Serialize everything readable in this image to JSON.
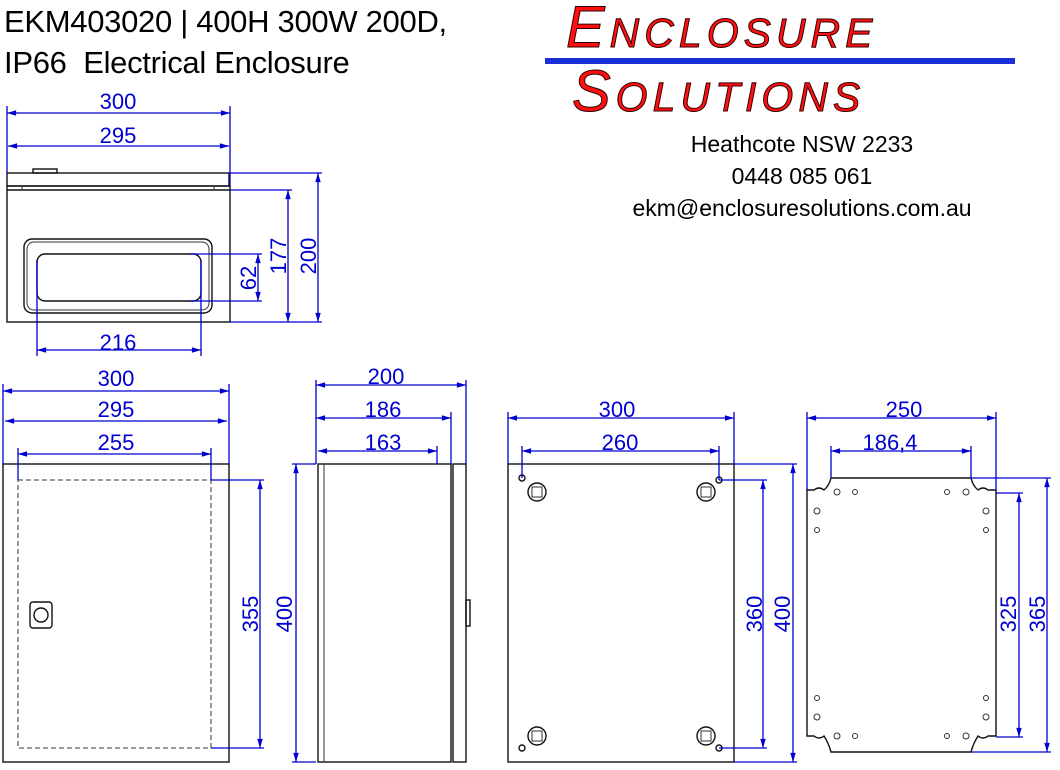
{
  "header": {
    "title_line1": "EKM403020 | 400H 300W 200D,",
    "title_line2": "IP66  Electrical Enclosure"
  },
  "logo": {
    "line1": "Enclosure",
    "line2": "Solutions",
    "text_color": "#ff1010",
    "rule_color": "#1a2fd8"
  },
  "contact": {
    "address": "Heathcote NSW 2233",
    "phone": "0448 085 061",
    "email": "ekm@enclosuresolutions.com.au"
  },
  "dimension_color": "#0000d0",
  "views": {
    "top": {
      "width_outer": "300",
      "width_lid": "295",
      "cutout_width": "216",
      "cutout_height": "62",
      "body_depth": "177",
      "total_depth": "200"
    },
    "front": {
      "width_outer": "300",
      "width_door": "295",
      "width_inner": "255",
      "height_inner": "355",
      "height_outer": "400"
    },
    "side": {
      "depth_outer": "200",
      "depth_body": "186",
      "depth_inner": "163"
    },
    "back": {
      "width_outer": "300",
      "mount_spacing": "260",
      "mount_height": "360",
      "height_outer": "400"
    },
    "plate": {
      "width": "250",
      "slot_spacing": "186,4",
      "hole_spacing": "325",
      "height": "365"
    }
  }
}
